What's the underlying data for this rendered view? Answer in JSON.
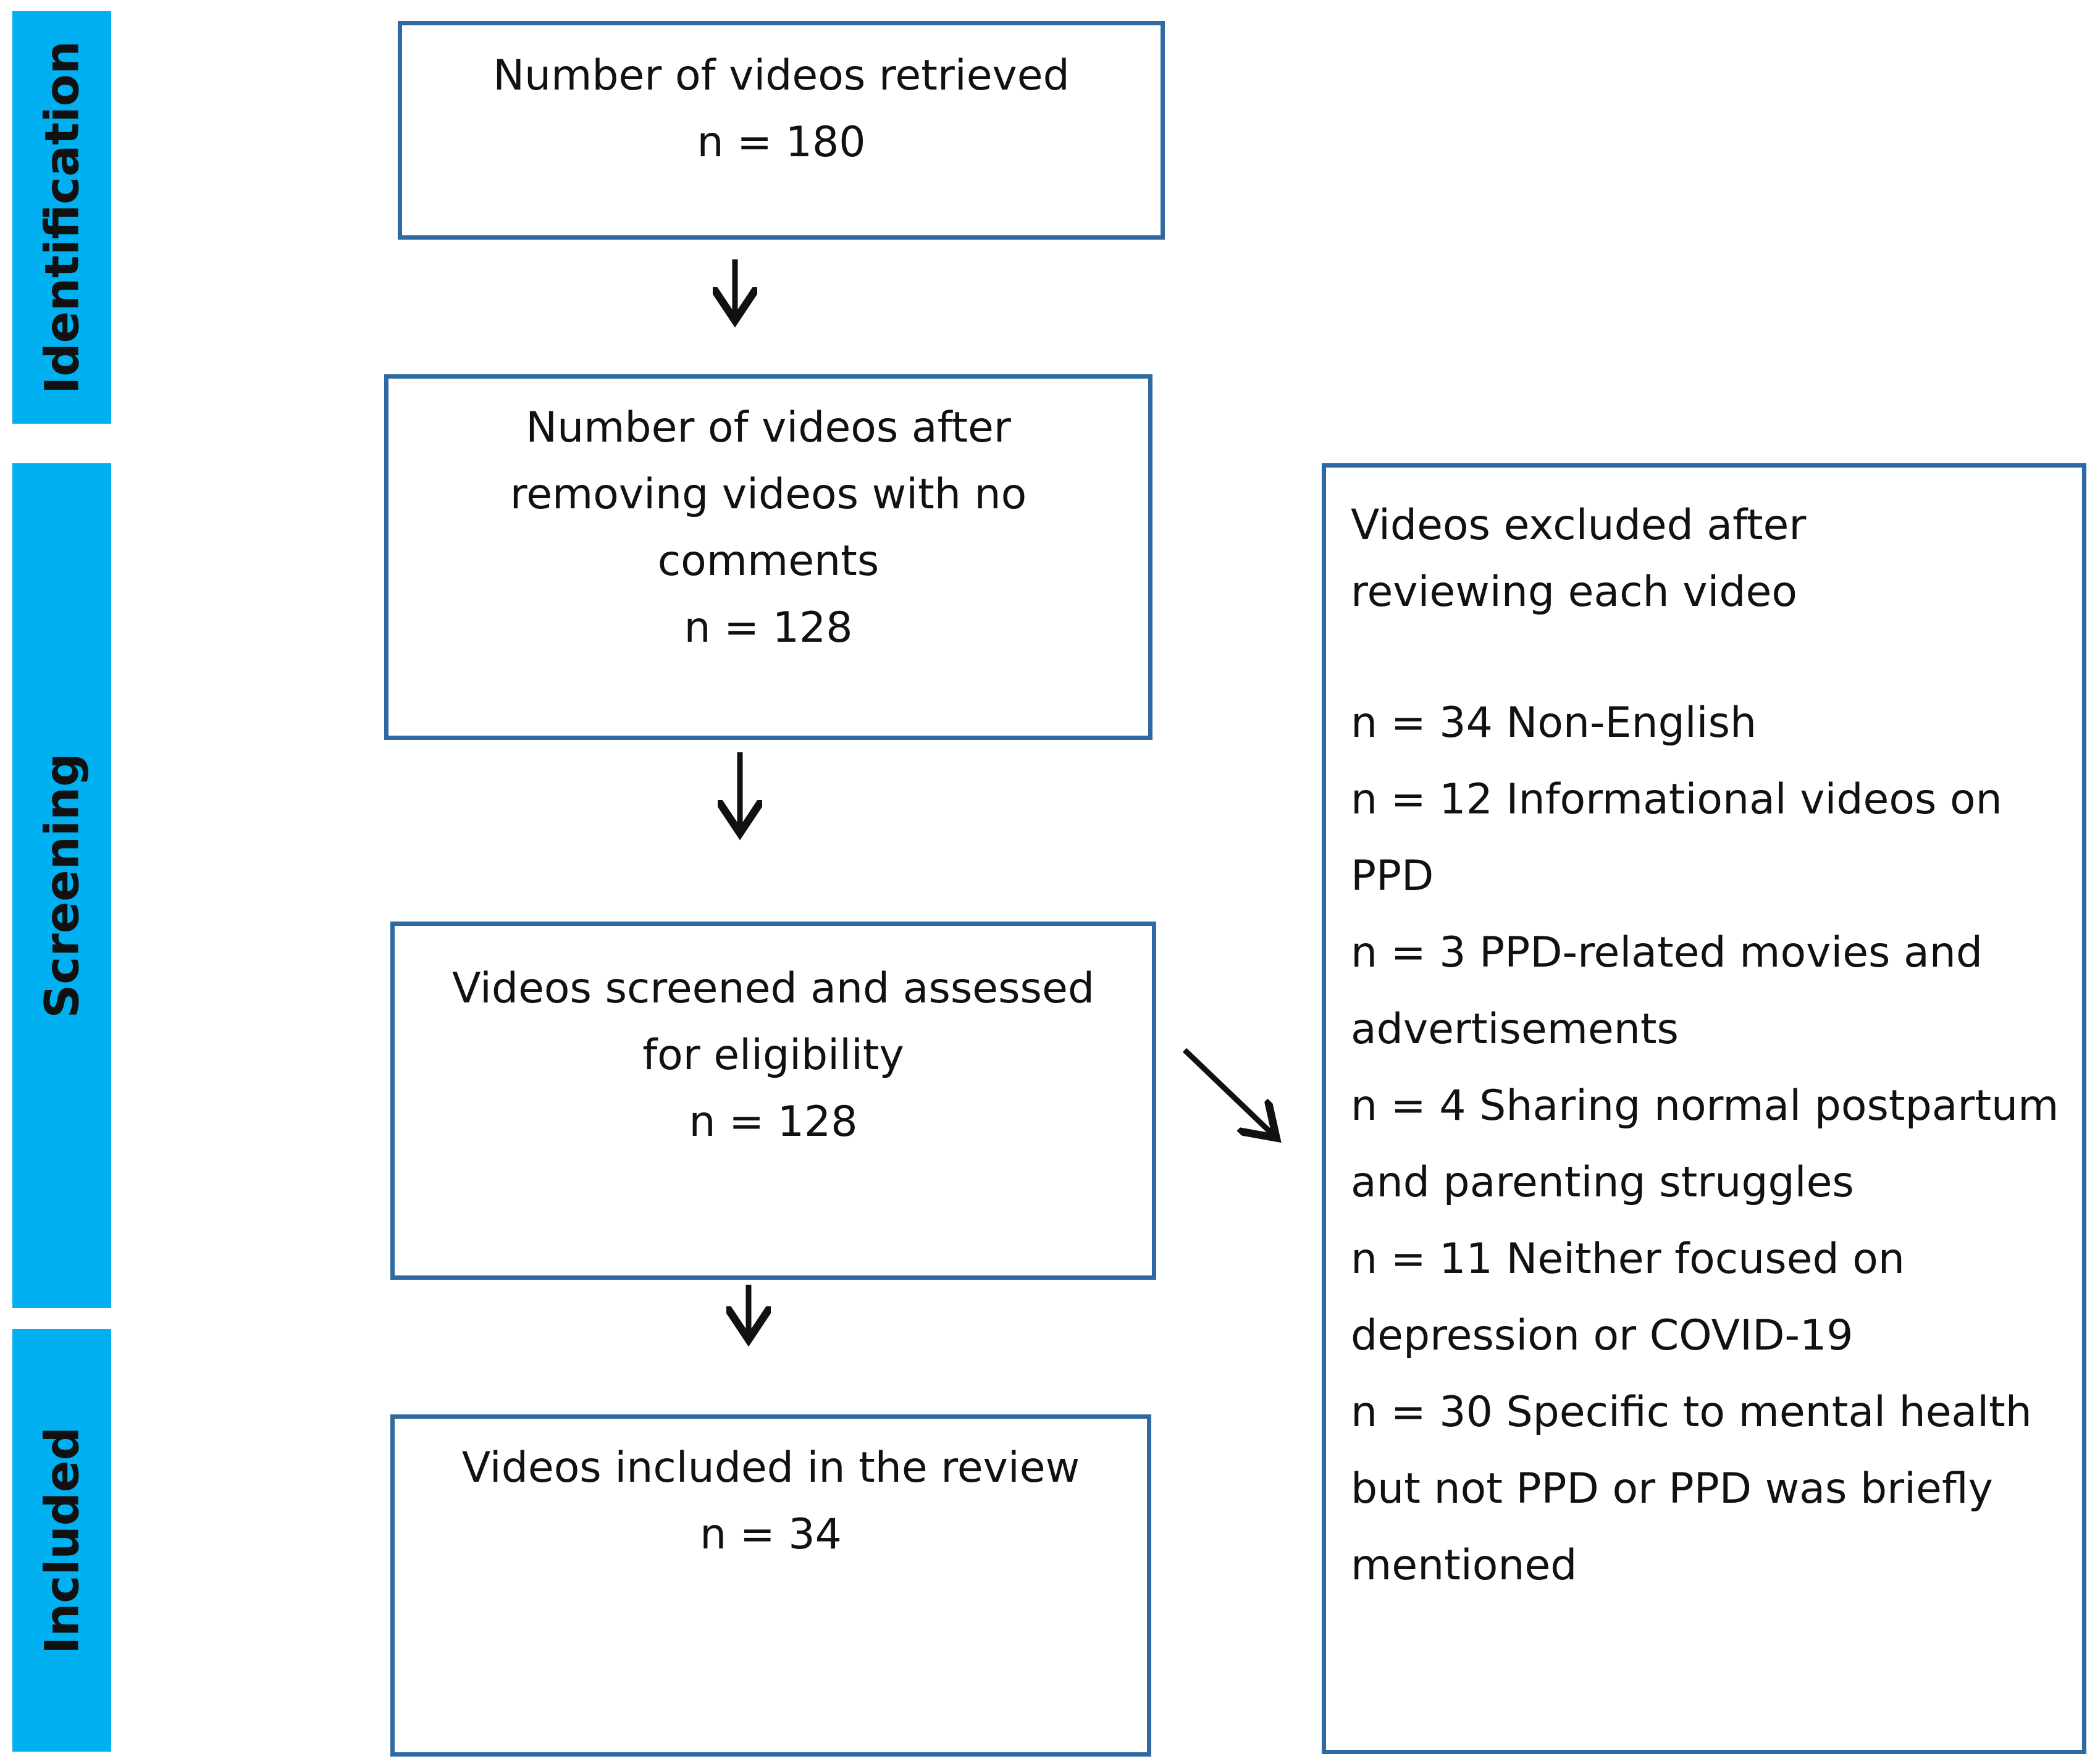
{
  "stages": {
    "identification": "Identification",
    "screening": "Screening",
    "included": "Included"
  },
  "boxes": {
    "retrieved": {
      "lines": [
        "Number of videos retrieved",
        "n = 180"
      ]
    },
    "after_removing": {
      "lines": [
        "Number of videos after",
        "removing videos with no",
        "comments",
        "n = 128"
      ]
    },
    "screened": {
      "lines": [
        "Videos screened and assessed",
        "for eligibility",
        "n = 128"
      ]
    },
    "included": {
      "lines": [
        "Videos included in the review",
        "n = 34"
      ]
    },
    "excluded": {
      "title_lines": [
        "Videos excluded after",
        "reviewing each video"
      ],
      "reasons": [
        "n = 34 Non-English",
        "n = 12 Informational videos on PPD",
        "n = 3 PPD-related movies and advertisements",
        "n = 4 Sharing normal postpartum and parenting struggles",
        "n = 11 Neither focused on depression or COVID-19",
        "n = 30 Specific to mental health but not PPD or PPD was briefly mentioned"
      ]
    }
  },
  "colors": {
    "stage_bar": "#00b0f0",
    "box_border": "#2e6aa1",
    "arrow": "#111111"
  }
}
